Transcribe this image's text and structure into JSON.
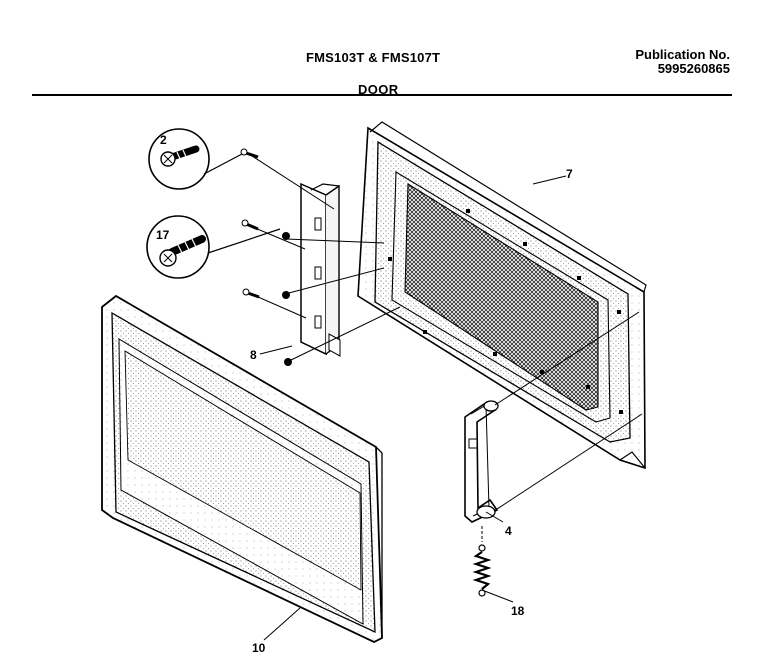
{
  "header": {
    "model": "FMS103T & FMS107T",
    "publication_label": "Publication No.",
    "publication_number": "5995260865",
    "section": "DOOR"
  },
  "diagram": {
    "part_numbers": {
      "screw_small": "2",
      "screw_large": "17",
      "door_frame": "7",
      "hinge_bracket": "8",
      "latch": "4",
      "spring": "18",
      "door_panel": "10"
    }
  }
}
